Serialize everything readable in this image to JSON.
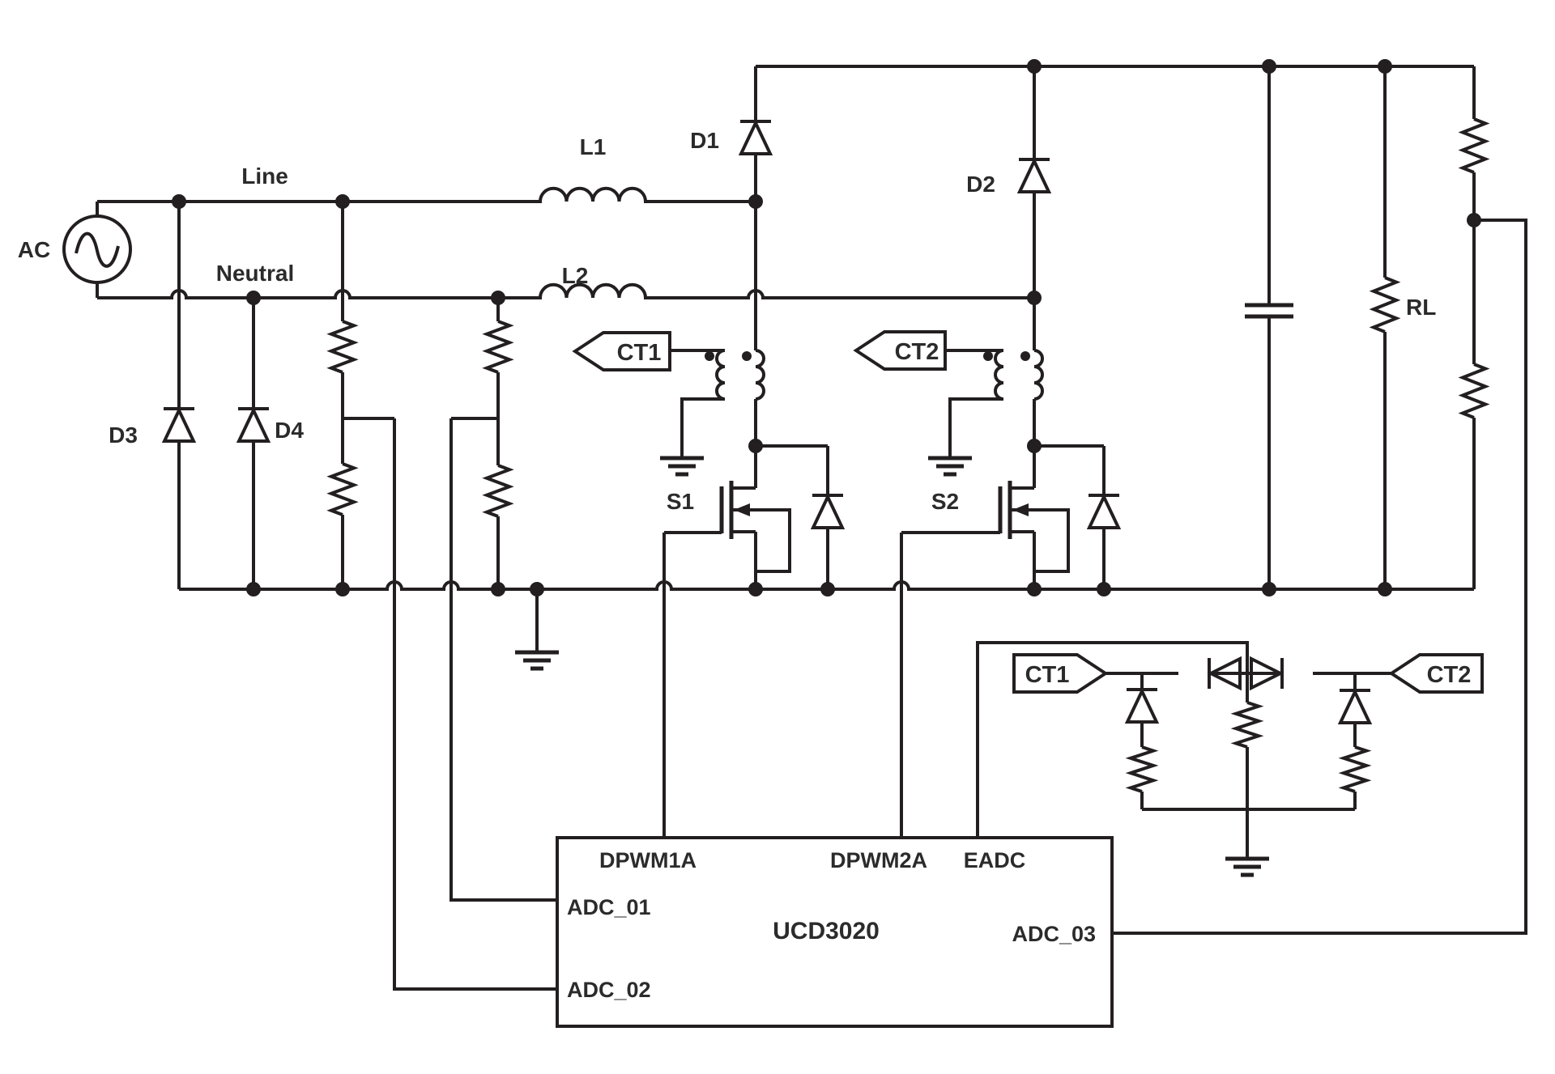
{
  "diagram": {
    "kind": "power-electronics-schematic",
    "description": "Two-phase interleaved PFC boost converter controlled by a UCD3020 digital controller",
    "colors": {
      "wire": "#231f20",
      "background": "#ffffff",
      "text": "#2b2b2b"
    }
  },
  "labels": {
    "ac": "AC",
    "line": "Line",
    "neutral": "Neutral",
    "l1": "L1",
    "l2": "L2",
    "d1": "D1",
    "d2": "D2",
    "d3": "D3",
    "d4": "D4",
    "s1": "S1",
    "s2": "S2",
    "rl": "RL"
  },
  "tags": {
    "ct1_power": "CT1",
    "ct2_power": "CT2",
    "ct1_sense": "CT1",
    "ct2_sense": "CT2"
  },
  "controller": {
    "name": "UCD3020",
    "pins": {
      "dpwm1a": "DPWM1A",
      "dpwm2a": "DPWM2A",
      "eadc": "EADC",
      "adc01": "ADC_01",
      "adc02": "ADC_02",
      "adc03": "ADC_03"
    }
  }
}
